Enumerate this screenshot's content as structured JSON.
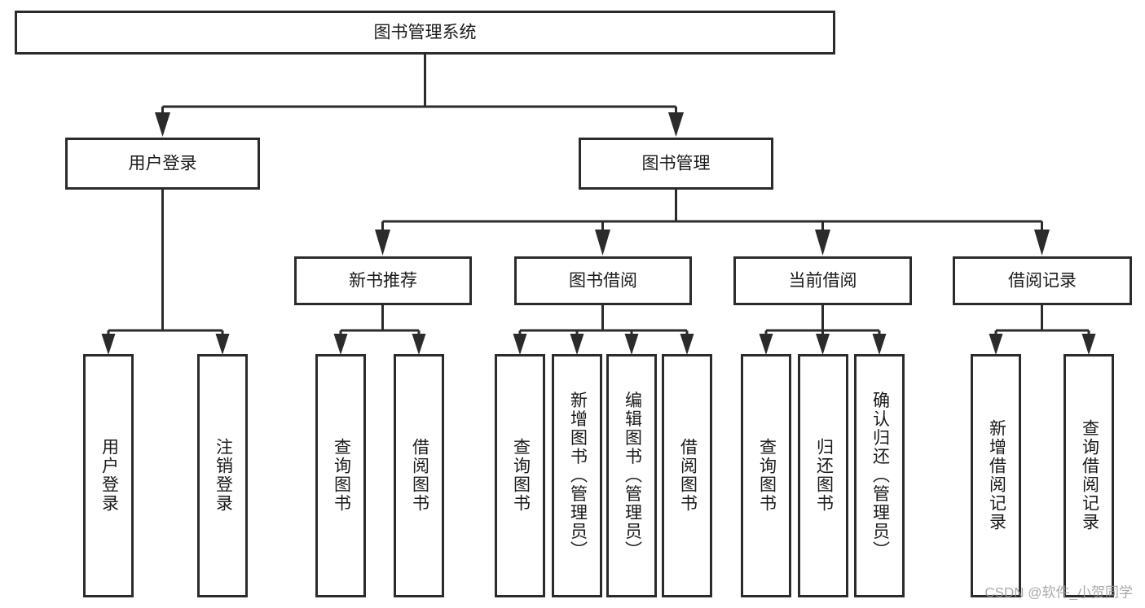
{
  "diagram": {
    "title": "图书管理系统",
    "type": "tree-hierarchy-chart",
    "watermark": "CSDN @软件_小贺同学",
    "colors": {
      "stroke": "#2b2b2b",
      "fill": "#ffffff",
      "text": "#1a1a1a",
      "watermark": "#9b9b9b",
      "background": "#ffffff"
    },
    "nodes": {
      "root": {
        "label": "图书管理系统"
      },
      "level2": [
        {
          "id": "user-login",
          "label": "用户登录"
        },
        {
          "id": "book-manage",
          "label": "图书管理"
        }
      ],
      "level3": [
        {
          "id": "new-book-recommend",
          "label": "新书推荐"
        },
        {
          "id": "book-borrow",
          "label": "图书借阅"
        },
        {
          "id": "current-borrow",
          "label": "当前借阅"
        },
        {
          "id": "borrow-record",
          "label": "借阅记录"
        }
      ],
      "leaves": {
        "user-login": [
          {
            "id": "leaf-user-login",
            "label": "用户登录"
          },
          {
            "id": "leaf-user-logout",
            "label": "注销登录"
          }
        ],
        "new-book-recommend": [
          {
            "id": "leaf-query-book-1",
            "label": "查询图书"
          },
          {
            "id": "leaf-borrow-book-1",
            "label": "借阅图书"
          }
        ],
        "book-borrow": [
          {
            "id": "leaf-query-book-2",
            "label": "查询图书"
          },
          {
            "id": "leaf-add-book",
            "label": "新增图书（管理员）"
          },
          {
            "id": "leaf-edit-book",
            "label": "编辑图书（管理员）"
          },
          {
            "id": "leaf-borrow-book-2",
            "label": "借阅图书"
          }
        ],
        "current-borrow": [
          {
            "id": "leaf-query-book-3",
            "label": "查询图书"
          },
          {
            "id": "leaf-return-book",
            "label": "归还图书"
          },
          {
            "id": "leaf-confirm-return",
            "label": "确认归还（管理员）"
          }
        ],
        "borrow-record": [
          {
            "id": "leaf-add-record",
            "label": "新增借阅记录"
          },
          {
            "id": "leaf-query-record",
            "label": "查询借阅记录"
          }
        ]
      }
    }
  }
}
